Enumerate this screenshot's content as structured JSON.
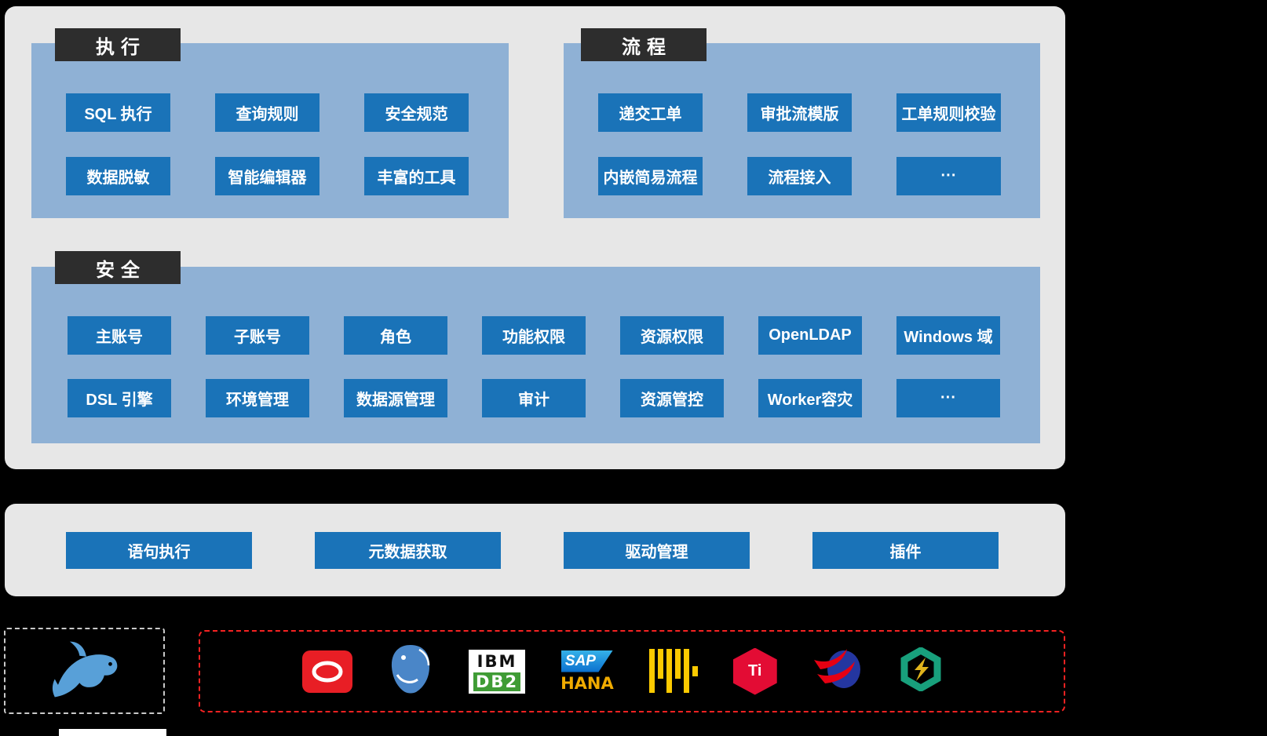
{
  "colors": {
    "background": "#000000",
    "panel_gray": "#e7e7e7",
    "panel_blue": "#8fb1d5",
    "box_blue": "#1a73b8",
    "header_dark": "#2d2d2d",
    "dashed_red": "#f52222",
    "dashed_gray": "#c9c9c9"
  },
  "platform": {
    "sections": {
      "execution": {
        "title": "执行",
        "buttons": [
          "SQL 执行",
          "查询规则",
          "安全规范",
          "数据脱敏",
          "智能编辑器",
          "丰富的工具"
        ]
      },
      "process": {
        "title": "流程",
        "buttons": [
          "递交工单",
          "审批流模版",
          "工单规则校验",
          "内嵌简易流程",
          "流程接入",
          "···"
        ]
      },
      "security": {
        "title": "安全",
        "buttons": [
          "主账号",
          "子账号",
          "角色",
          "功能权限",
          "资源权限",
          "OpenLDAP",
          "Windows 域",
          "DSL 引擎",
          "环境管理",
          "数据源管理",
          "审计",
          "资源管控",
          "Worker容灾",
          "···"
        ]
      }
    }
  },
  "core_layer": {
    "buttons": [
      "语句执行",
      "元数据获取",
      "驱动管理",
      "插件"
    ]
  },
  "databases": {
    "logos": [
      "mysql-dolphin",
      "oracle",
      "postgresql-elephant",
      "ibm-db2",
      "sap-hana",
      "clickhouse-bars",
      "tidb-hexagon",
      "red-blue-swirl-db",
      "green-hexagon-db"
    ],
    "ibm_db2": {
      "line1": "IBM",
      "line2": "DB2"
    },
    "sap_hana": {
      "top": "SAP",
      "bottom": "HANA"
    },
    "tidb_text": "Ti"
  }
}
